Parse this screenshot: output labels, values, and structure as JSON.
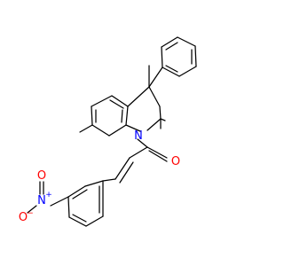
{
  "molecule": {
    "atoms": {
      "n_ring": {
        "label": "N",
        "color": "#0000ff"
      },
      "o_carbonyl": {
        "label": "O",
        "color": "#ff0000"
      },
      "n_nitro": {
        "label": "N",
        "charge": "+",
        "color": "#0000ff"
      },
      "o_nitro_top": {
        "label": "O",
        "color": "#ff0000"
      },
      "o_nitro_left": {
        "label": "O",
        "charge": "−",
        "color": "#ff0000"
      }
    },
    "bond_color": "#000000"
  }
}
